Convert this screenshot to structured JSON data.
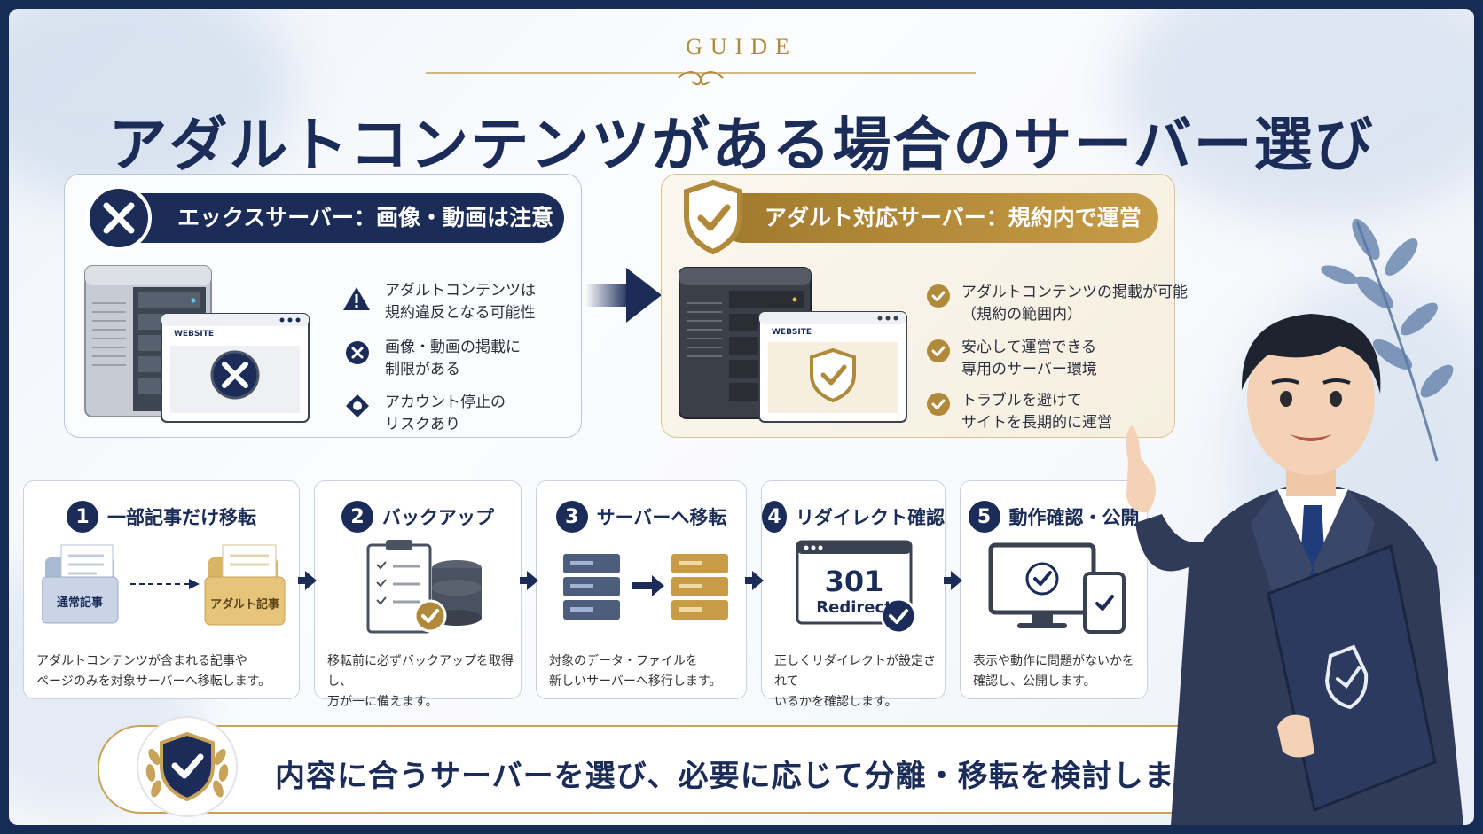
{
  "header": {
    "guide_label": "GUIDE",
    "title": "アダルトコンテンツがある場合のサーバー選び"
  },
  "left_panel": {
    "banner": "エックスサーバー：画像・動画は注意",
    "website_label": "WEBSITE",
    "items": [
      {
        "icon": "warning-icon",
        "text": "アダルトコンテンツは\n規約違反となる可能性"
      },
      {
        "icon": "x-circle-icon",
        "text": "画像・動画の掲載に\n制限がある"
      },
      {
        "icon": "diamond-icon",
        "text": "アカウント停止の\nリスクあり"
      }
    ]
  },
  "right_panel": {
    "banner": "アダルト対応サーバー：規約内で運営",
    "website_label": "WEBSITE",
    "items": [
      {
        "icon": "check-circle-icon",
        "text": "アダルトコンテンツの掲載が可能\n（規約の範囲内）"
      },
      {
        "icon": "check-circle-icon",
        "text": "安心して運営できる\n専用のサーバー環境"
      },
      {
        "icon": "check-circle-icon",
        "text": "トラブルを避けて\nサイトを長期的に運営"
      }
    ]
  },
  "steps": [
    {
      "num": "1",
      "title": "一部記事だけ移転",
      "desc": "アダルトコンテンツが含まれる記事や\nページのみを対象サーバーへ移転します。",
      "folder_normal": "通常記事",
      "folder_adult": "アダルト記事"
    },
    {
      "num": "2",
      "title": "バックアップ",
      "desc": "移転前に必ずバックアップを取得し、\n万が一に備えます。"
    },
    {
      "num": "3",
      "title": "サーバーへ移転",
      "desc": "対象のデータ・ファイルを\n新しいサーバーへ移行します。"
    },
    {
      "num": "4",
      "title": "リダイレクト確認",
      "desc": "正しくリダイレクトが設定されて\nいるかを確認します。",
      "code": "301",
      "code_label": "Redirect"
    },
    {
      "num": "5",
      "title": "動作確認・公開",
      "desc": "表示や動作に問題がないかを\n確認し、公開します。"
    }
  ],
  "footer": {
    "message": "内容に合うサーバーを選び、必要に応じて分離・移転を検討しましょう"
  },
  "colors": {
    "navy": "#1a2c57",
    "gold": "#b08a3a",
    "frame": "#172c55"
  }
}
